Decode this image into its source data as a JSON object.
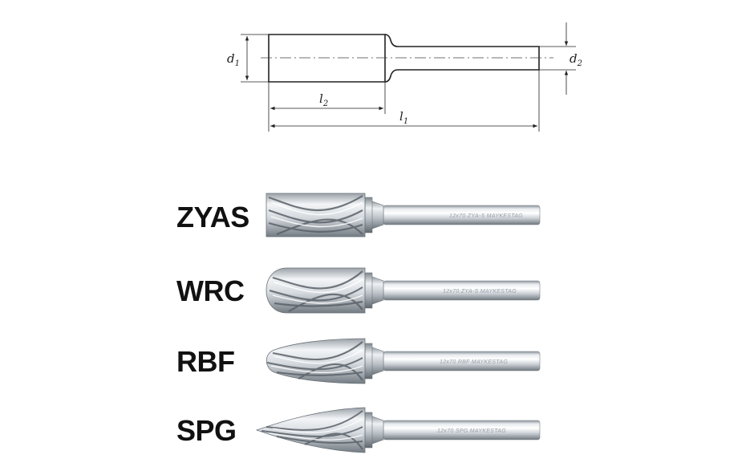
{
  "drawing": {
    "dimensions": {
      "d1": {
        "main": "d",
        "sub": "1"
      },
      "d2": {
        "main": "d",
        "sub": "2"
      },
      "l1": {
        "main": "l",
        "sub": "1"
      },
      "l2": {
        "main": "l",
        "sub": "2"
      }
    }
  },
  "tools": [
    {
      "id": "zyas",
      "label": "ZYAS",
      "shank_text": "12x70 ZYA-S  MAYKESTAG",
      "shape": "cylinder-corner"
    },
    {
      "id": "wrc",
      "label": "WRC",
      "shank_text": "12x70 ZYA-S  MAYKESTAG",
      "shape": "ball-nose"
    },
    {
      "id": "rbf",
      "label": "RBF",
      "shank_text": "12x70 RBF  MAYKESTAG",
      "shape": "round-tree"
    },
    {
      "id": "spg",
      "label": "SPG",
      "shank_text": "12x70 SPG  MAYKESTAG",
      "shape": "pointed-tree"
    }
  ],
  "colors": {
    "line": "#222222",
    "steel_light": "#f2f4f6",
    "steel_mid": "#c9ced4",
    "steel_dark": "#7d858d",
    "flute_dark": "#5a6168"
  }
}
